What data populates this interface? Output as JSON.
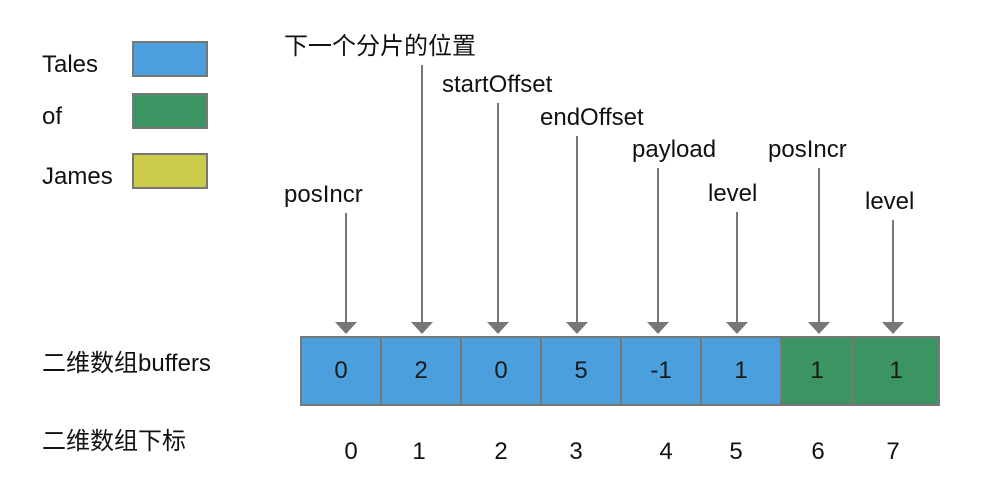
{
  "legend": [
    {
      "label": "Tales",
      "color": "#4a9fdc"
    },
    {
      "label": "of",
      "color": "#3d9463"
    },
    {
      "label": "James",
      "color": "#cccc4c"
    }
  ],
  "annotations": [
    {
      "text": "posIncr",
      "target_index": 0
    },
    {
      "text": "下一个分片的位置",
      "target_index": 1
    },
    {
      "text": "startOffset",
      "target_index": 2
    },
    {
      "text": "endOffset",
      "target_index": 3
    },
    {
      "text": "payload",
      "target_index": 4
    },
    {
      "text": "level",
      "target_index": 5
    },
    {
      "text": "posIncr",
      "target_index": 6
    },
    {
      "text": "level",
      "target_index": 7
    }
  ],
  "buffers": {
    "row_label": "二维数组buffers",
    "cells": [
      {
        "value": "0",
        "color": "#4a9fdc"
      },
      {
        "value": "2",
        "color": "#4a9fdc"
      },
      {
        "value": "0",
        "color": "#4a9fdc"
      },
      {
        "value": "5",
        "color": "#4a9fdc"
      },
      {
        "value": "-1",
        "color": "#4a9fdc"
      },
      {
        "value": "1",
        "color": "#4a9fdc"
      },
      {
        "value": "1",
        "color": "#3d9463"
      },
      {
        "value": "1",
        "color": "#3d9463"
      }
    ]
  },
  "indices": {
    "row_label": "二维数组下标",
    "values": [
      "0",
      "1",
      "2",
      "3",
      "4",
      "5",
      "6",
      "7"
    ]
  },
  "arrow_color": "#777777"
}
